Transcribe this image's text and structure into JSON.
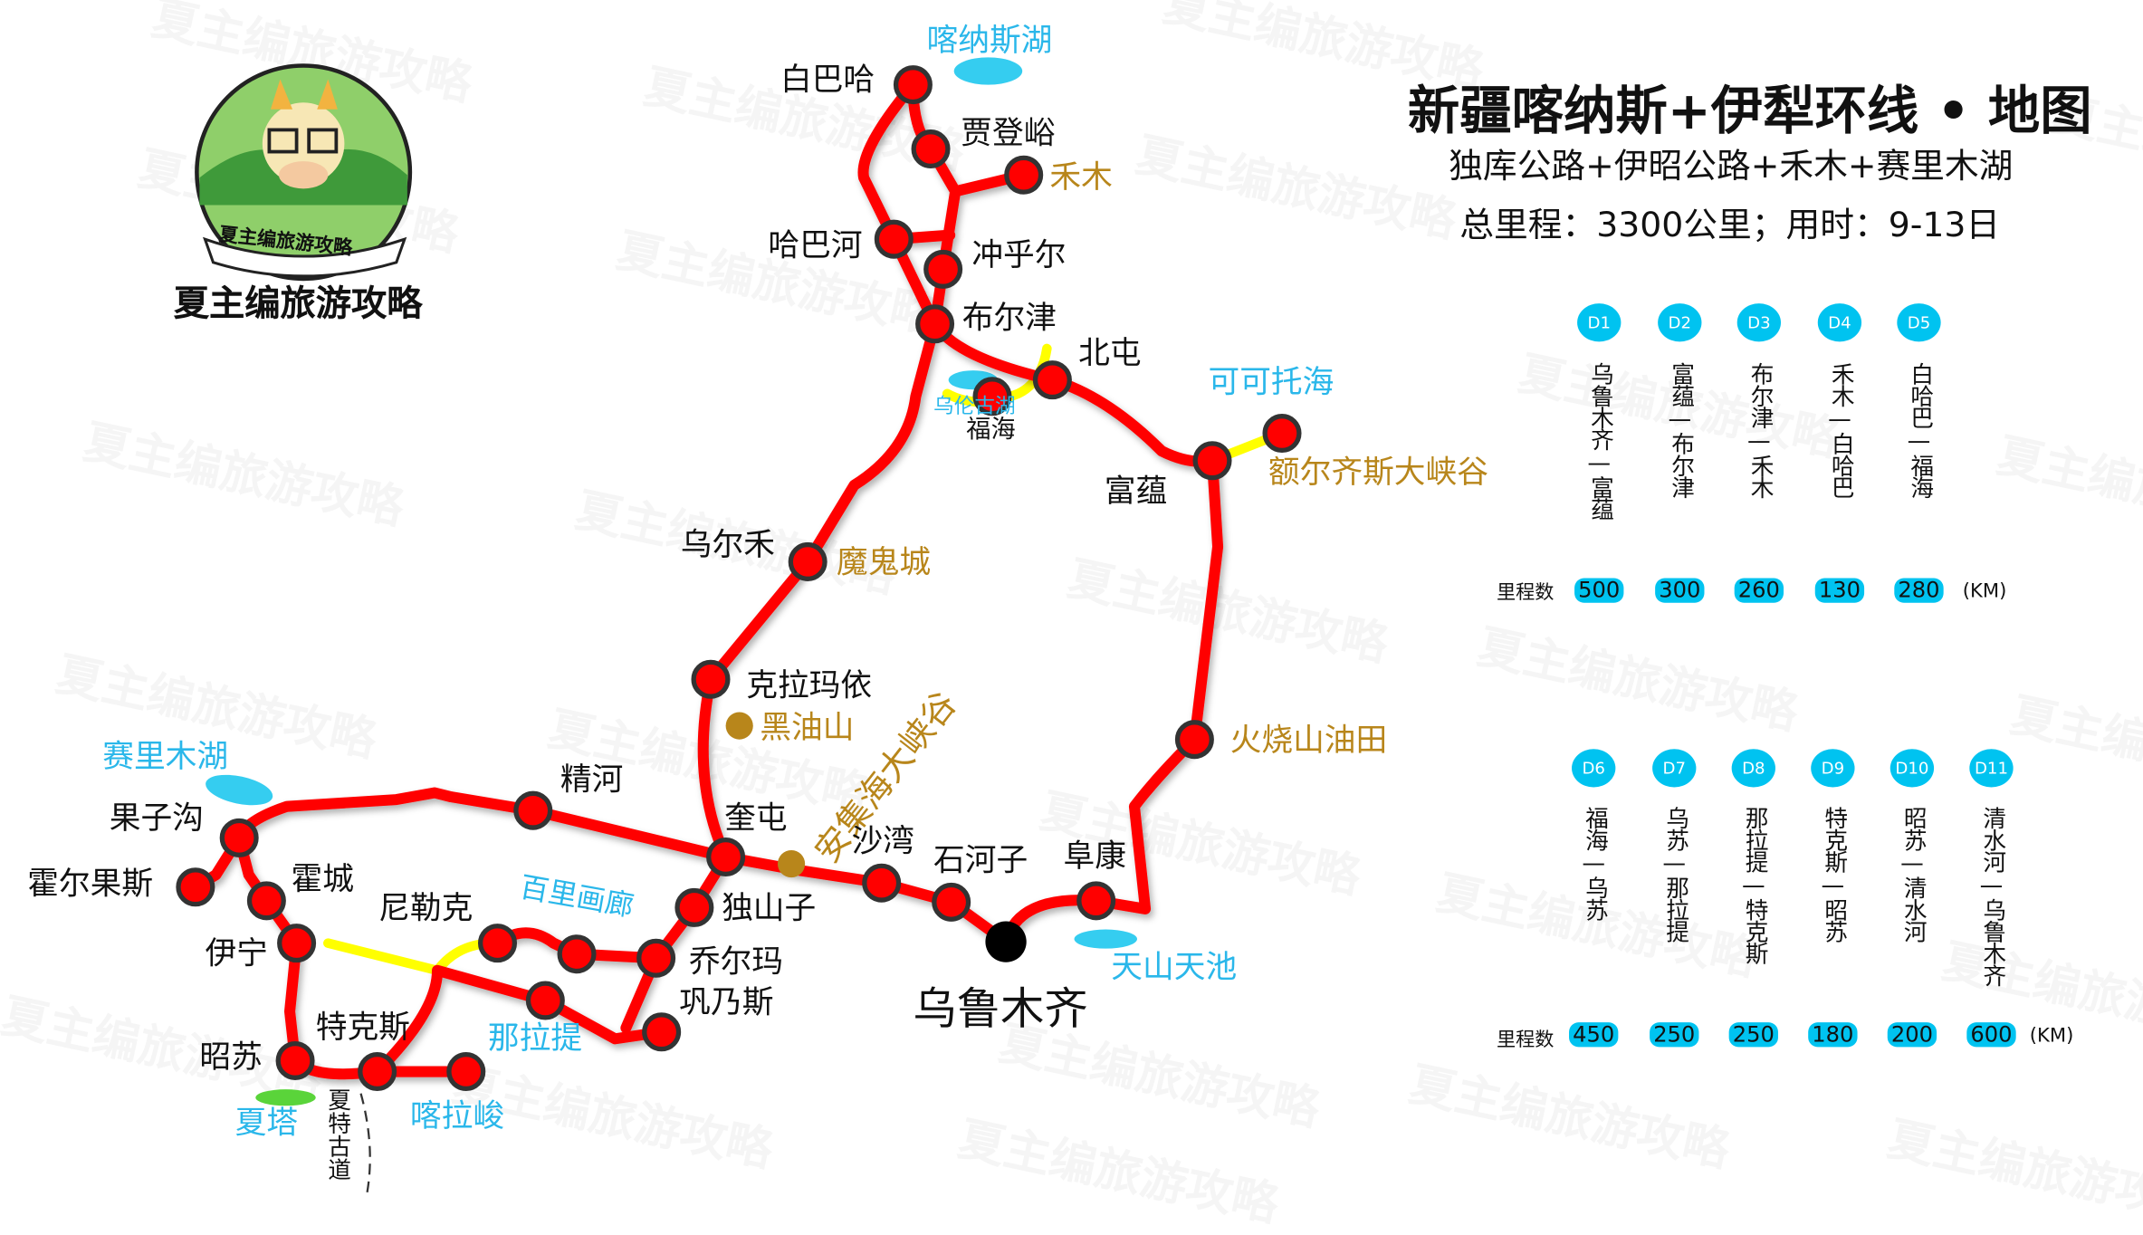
{
  "header": {
    "title": "新疆喀纳斯+伊犁环线 • 地图",
    "subtitle": "独库公路+伊昭公路+禾木+赛里木湖",
    "summary": "总里程：3300公里；用时：9-13日"
  },
  "logo": {
    "badge_text": "夏主编旅游攻略",
    "name": "夏主编旅游攻略"
  },
  "watermark": "夏主编旅游攻略",
  "colors": {
    "route": "#ff0000",
    "alt_route": "#ffff00",
    "lake": "#35cdf0",
    "scenic_label": "#b8861b",
    "lake_label": "#2ab7ea",
    "day_badge": "#00c3f0"
  },
  "map": {
    "labels": {
      "kanas_lake": "喀纳斯湖",
      "baihaba": "白巴哈",
      "jiadengyu": "贾登峪",
      "hemu": "禾木",
      "habahe": "哈巴河",
      "chonghuer": "冲乎尔",
      "burqin": "布尔津",
      "beitun": "北屯",
      "koktokay": "可可托海",
      "ulungur_lake": "乌伦古湖",
      "fuhai": "福海",
      "irtysh_canyon": "额尔齐斯大峡谷",
      "fuyun": "富蕴",
      "wuerhe": "乌尔禾",
      "ghost_city": "魔鬼城",
      "karamay": "克拉玛依",
      "heiyoushan": "黑油山",
      "anjihai_canyon": "安集海大峡谷",
      "huoshaoshan": "火烧山油田",
      "jinghe": "精河",
      "kuitun": "奎屯",
      "shawan": "沙湾",
      "shihezi": "石河子",
      "fukang": "阜康",
      "dushanzi": "独山子",
      "qiaoerma": "乔尔玛",
      "gongnaisi": "巩乃斯",
      "urumqi": "乌鲁木齐",
      "tianchi": "天山天池",
      "sayram_lake": "赛里木湖",
      "guozigou": "果子沟",
      "khorgos": "霍尔果斯",
      "huocheng": "霍城",
      "yining": "伊宁",
      "nileke": "尼勒克",
      "baili_gallery": "百里画廊",
      "nalati": "那拉提",
      "zhaosu": "昭苏",
      "tekes": "特克斯",
      "xiata": "夏塔",
      "xiate_road": "夏特古道",
      "kalajun": "喀拉峻"
    }
  },
  "itinerary": {
    "mileage_label": "里程数",
    "unit": "(KM)",
    "days": [
      {
        "day": "D1",
        "route": "乌鲁木齐—富蕴",
        "km": "500"
      },
      {
        "day": "D2",
        "route": "富蕴—布尔津",
        "km": "300"
      },
      {
        "day": "D3",
        "route": "布尔津—禾木",
        "km": "260"
      },
      {
        "day": "D4",
        "route": "禾木—白哈巴",
        "km": "130"
      },
      {
        "day": "D5",
        "route": "白哈巴—福海",
        "km": "280"
      },
      {
        "day": "D6",
        "route": "福海—乌苏",
        "km": "450"
      },
      {
        "day": "D7",
        "route": "乌苏—那拉提",
        "km": "250"
      },
      {
        "day": "D8",
        "route": "那拉提—特克斯",
        "km": "250"
      },
      {
        "day": "D9",
        "route": "特克斯—昭苏",
        "km": "180"
      },
      {
        "day": "D10",
        "route": "昭苏—清水河",
        "km": "200"
      },
      {
        "day": "D11",
        "route": "清水河—乌鲁木齐",
        "km": "600"
      }
    ]
  }
}
